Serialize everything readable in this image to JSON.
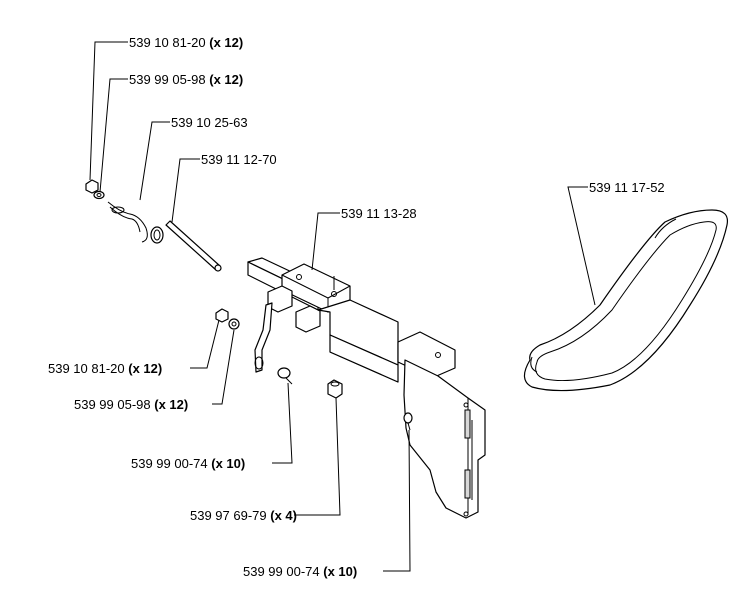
{
  "callouts": [
    {
      "part": "539 10 81-20",
      "qty": "(x 12)"
    },
    {
      "part": "539 99 05-98",
      "qty": "(x 12)"
    },
    {
      "part": "539 10 25-63",
      "qty": ""
    },
    {
      "part": "539 11 12-70",
      "qty": ""
    },
    {
      "part": "539 11 13-28",
      "qty": ""
    },
    {
      "part": "539 11 17-52",
      "qty": ""
    },
    {
      "part": "539 10 81-20",
      "qty": "(x 12)"
    },
    {
      "part": "539 99 05-98",
      "qty": "(x 12)"
    },
    {
      "part": "539 99 00-74",
      "qty": "(x 10)"
    },
    {
      "part": "539 97 69-79",
      "qty": "(x 4)"
    },
    {
      "part": "539 99 00-74",
      "qty": "(x 10)"
    }
  ]
}
